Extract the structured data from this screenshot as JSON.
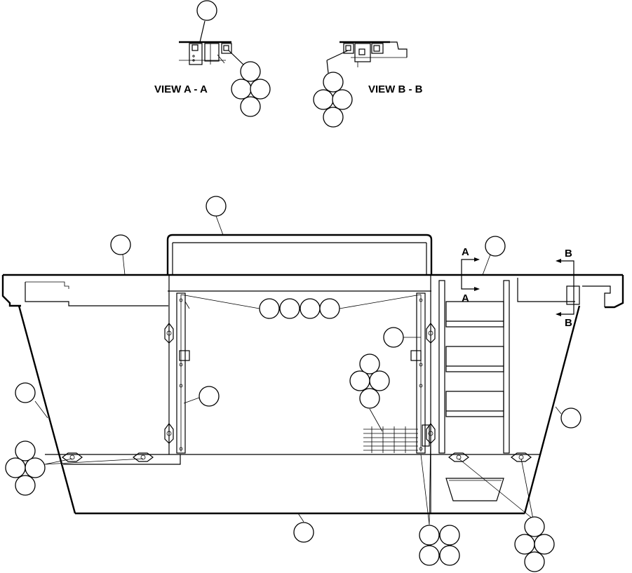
{
  "views": {
    "view_a": "VIEW A - A",
    "view_b": "VIEW B - B"
  },
  "section_marks": {
    "a_top": "A",
    "a_bottom": "A",
    "b_top": "B",
    "b_bottom": "B"
  },
  "callouts": {
    "empty_balloons": true
  }
}
